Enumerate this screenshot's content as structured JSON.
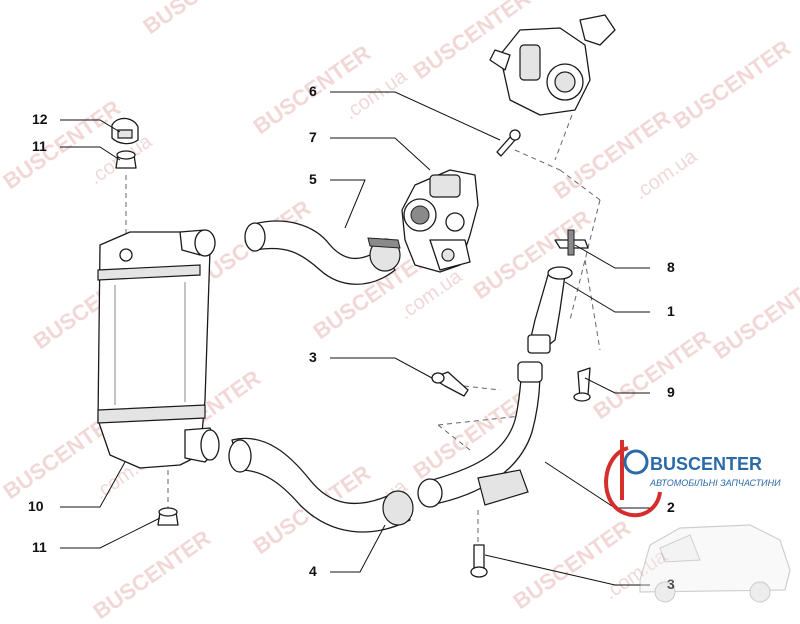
{
  "watermark": {
    "brand": "BUSCENTER",
    "domain": ".com.ua"
  },
  "logo": {
    "name": "BUSCENTER",
    "tagline": "АВТОМОБІЛЬНІ ЗАПЧАСТИНИ",
    "accent_color": "#d62d2d",
    "brand_color": "#2b6aa8"
  },
  "callouts": [
    {
      "id": "c12",
      "label": "12"
    },
    {
      "id": "c11a",
      "label": "11"
    },
    {
      "id": "c6",
      "label": "6"
    },
    {
      "id": "c7",
      "label": "7"
    },
    {
      "id": "c5",
      "label": "5"
    },
    {
      "id": "c8",
      "label": "8"
    },
    {
      "id": "c1",
      "label": "1"
    },
    {
      "id": "c3a",
      "label": "3"
    },
    {
      "id": "c9",
      "label": "9"
    },
    {
      "id": "c10",
      "label": "10"
    },
    {
      "id": "c2",
      "label": "2"
    },
    {
      "id": "c11b",
      "label": "11"
    },
    {
      "id": "c4",
      "label": "4"
    },
    {
      "id": "c3b",
      "label": "3"
    }
  ]
}
